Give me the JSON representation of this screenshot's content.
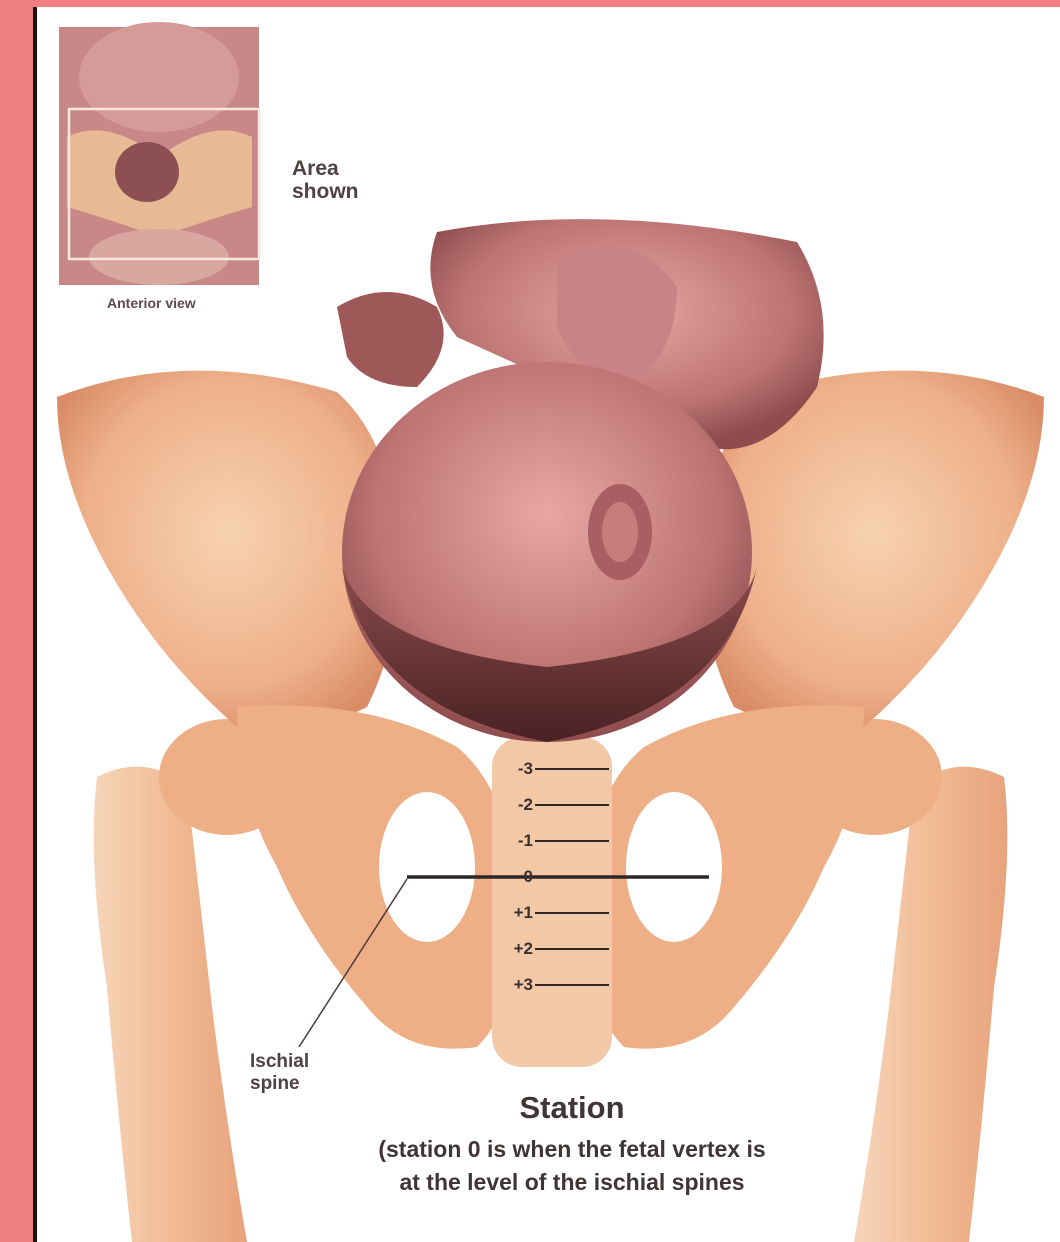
{
  "inset": {
    "area_label": "Area shown",
    "caption": "Anterior view"
  },
  "labels": {
    "ischial_spine": "Ischial spine"
  },
  "station_marks": [
    "-3",
    "-2",
    "-1",
    "0",
    "+1",
    "+2",
    "+3"
  ],
  "caption": {
    "title": "Station",
    "description": "(station 0 is when the fetal vertex is at the level of the ischial spines"
  },
  "colors": {
    "background_border": "#f07f82",
    "bone": "#f0b48c",
    "skin": "#b56a6a",
    "hair": "#5a2e2e"
  }
}
